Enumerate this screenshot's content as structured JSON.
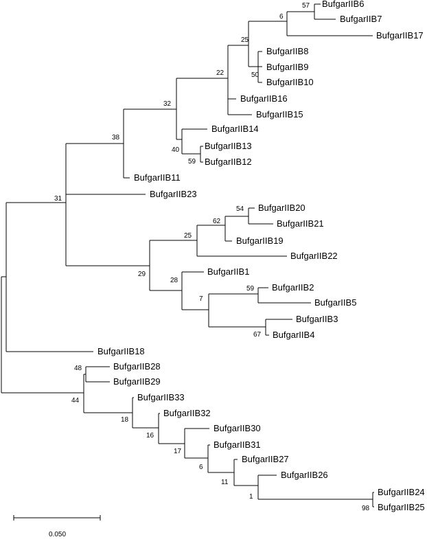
{
  "tree": {
    "taxa": [
      "BufgarIIB6",
      "BufgarIIB7",
      "BufgarIIB17",
      "BufgarIIB8",
      "BufgarIIB9",
      "BufgarIIB10",
      "BufgarIIB16",
      "BufgarIIB15",
      "BufgarIIB14",
      "BufgarIIB13",
      "BufgarIIB12",
      "BufgarIIB11",
      "BufgarIIB23",
      "BufgarIIB20",
      "BufgarIIB21",
      "BufgarIIB19",
      "BufgarIIB22",
      "BufgarIIB1",
      "BufgarIIB2",
      "BufgarIIB5",
      "BufgarIIB3",
      "BufgarIIB4",
      "BufgarIIB18",
      "BufgarIIB28",
      "BufgarIIB29",
      "BufgarIIB33",
      "BufgarIIB32",
      "BufgarIIB30",
      "BufgarIIB31",
      "BufgarIIB27",
      "BufgarIIB26",
      "BufgarIIB24",
      "BufgarIIB25"
    ],
    "bootstrap": [
      "57",
      "6",
      "25",
      "50",
      "22",
      "32",
      "40",
      "59",
      "38",
      "31",
      "54",
      "62",
      "25",
      "29",
      "59",
      "28",
      "7",
      "67",
      "48",
      "44",
      "18",
      "16",
      "17",
      "6",
      "11",
      "1",
      "98"
    ],
    "scale_bar_label": "0.050"
  }
}
